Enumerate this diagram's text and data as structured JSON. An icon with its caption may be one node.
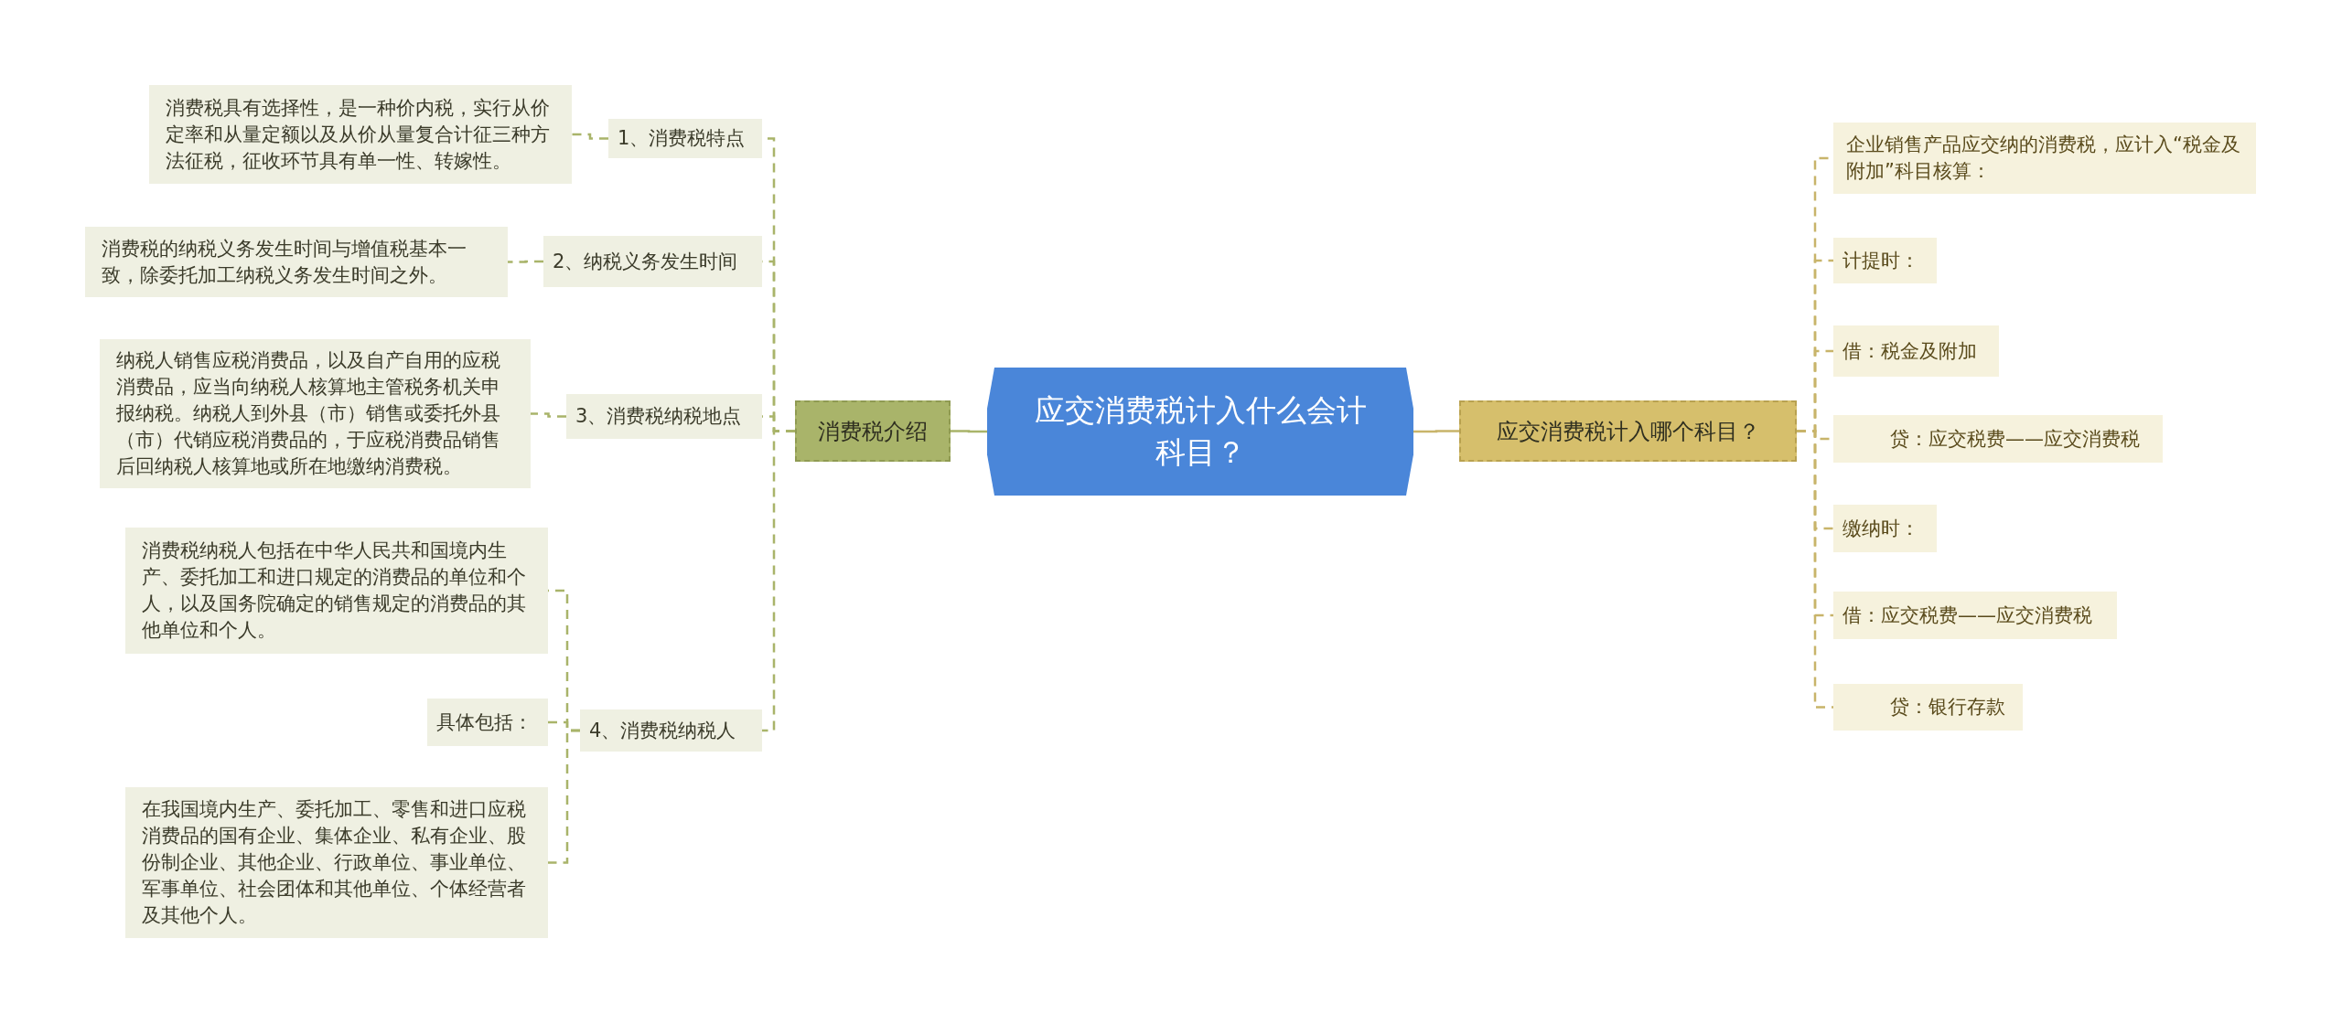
{
  "diagram": {
    "nodes": [
      {
        "text": [
          "应交消费税计入什么会计科目？"
        ]
      },
      {
        "text": [
          "消费税介绍"
        ]
      },
      {
        "text": [
          "1、消费税特点"
        ]
      },
      {
        "text": [
          "消费税具有选择性，是一种价内税，实行从价定率和从量定额以及从价从量复合计征三种方法征税，征收环节具有单一性、转嫁性。"
        ]
      },
      {
        "text": [
          "2、纳税义务发生时间"
        ]
      },
      {
        "text": [
          "消费税的纳税义务发生时间与增值税基本一致，除委托加工纳税义务发生时间之外。"
        ]
      },
      {
        "text": [
          "3、消费税纳税地点"
        ]
      },
      {
        "text": [
          "纳税人销售应税消费品，以及自产自用的应税消费品，应当向纳税人核算地主管税务机关申报纳税。纳税人到外县（市）销售或委托外县（市）代销应税消费品的，于应税消费品销售后回纳税人核算地或所在地缴纳消费税。"
        ]
      },
      {
        "text": [
          "4、消费税纳税人"
        ]
      },
      {
        "text": [
          "消费税纳税人包括在中华人民共和国境内生产、委托加工和进口规定的消费品的单位和个人，以及国务院确定的销售规定的消费品的其他单位和个人。"
        ]
      },
      {
        "text": [
          "具体包括："
        ]
      },
      {
        "text": [
          "在我国境内生产、委托加工、零售和进口应税消费品的国有企业、集体企业、私有企业、股份制企业、其他企业、行政单位、事业单位、军事单位、社会团体和其他单位、个体经营者及其他个人。"
        ]
      },
      {
        "text": [
          "应交消费税计入哪个科目？"
        ]
      },
      {
        "text": [
          "企业销售产品应交纳的消费税，应计入“税金及附加”科目核算："
        ]
      },
      {
        "text": [
          "计提时："
        ]
      },
      {
        "text": [
          "借：税金及附加"
        ]
      },
      {
        "text": [
          "贷：应交税费——应交消费税"
        ]
      },
      {
        "text": [
          "缴纳时："
        ]
      },
      {
        "text": [
          "借：应交税费——应交消费税"
        ]
      },
      {
        "text": [
          "贷：银行存款"
        ]
      }
    ],
    "edges": [
      {
        "from": 0,
        "to": 1,
        "arrow": "none"
      },
      {
        "from": 1,
        "to": 2,
        "arrow": "none",
        "style": "dashed"
      },
      {
        "from": 2,
        "to": 3,
        "arrow": "none",
        "style": "dashed"
      },
      {
        "from": 1,
        "to": 4,
        "arrow": "none",
        "style": "dashed"
      },
      {
        "from": 4,
        "to": 5,
        "arrow": "none",
        "style": "dashed"
      },
      {
        "from": 1,
        "to": 6,
        "arrow": "none",
        "style": "dashed"
      },
      {
        "from": 6,
        "to": 7,
        "arrow": "none",
        "style": "dashed"
      },
      {
        "from": 1,
        "to": 8,
        "arrow": "none",
        "style": "dashed"
      },
      {
        "from": 8,
        "to": 9,
        "arrow": "none",
        "style": "dashed"
      },
      {
        "from": 8,
        "to": 10,
        "arrow": "none",
        "style": "dashed"
      },
      {
        "from": 8,
        "to": 11,
        "arrow": "none",
        "style": "dashed"
      },
      {
        "from": 0,
        "to": 12,
        "arrow": "none",
        "color": "#c8b46a"
      },
      {
        "from": 12,
        "to": 13,
        "arrow": "none",
        "style": "dashed",
        "color": "#c8b46a"
      },
      {
        "from": 12,
        "to": 14,
        "arrow": "none",
        "style": "dashed",
        "color": "#c8b46a"
      },
      {
        "from": 12,
        "to": 15,
        "arrow": "none",
        "style": "dashed",
        "color": "#c8b46a"
      },
      {
        "from": 12,
        "to": 16,
        "arrow": "none",
        "style": "dashed",
        "color": "#c8b46a"
      },
      {
        "from": 12,
        "to": 17,
        "arrow": "none",
        "style": "dashed",
        "color": "#c8b46a"
      },
      {
        "from": 12,
        "to": 18,
        "arrow": "none",
        "style": "dashed",
        "color": "#c8b46a"
      },
      {
        "from": 12,
        "to": 19,
        "arrow": "none",
        "style": "dashed",
        "color": "#c8b46a"
      }
    ]
  }
}
